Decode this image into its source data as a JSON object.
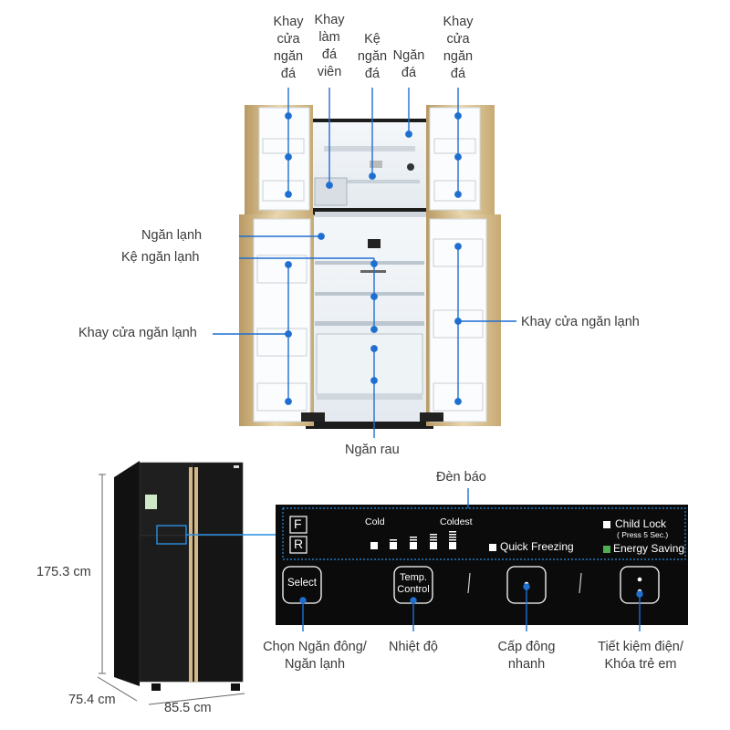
{
  "fridge_labels": {
    "top_door_tray_left": [
      "Khay",
      "cửa",
      "ngăn",
      "đá"
    ],
    "ice_maker_tray": [
      "Khay",
      "làm",
      "đá",
      "viên"
    ],
    "freezer_shelf": [
      "Kệ",
      "ngăn",
      "đá"
    ],
    "freezer": [
      "Ngăn",
      "đá"
    ],
    "top_door_tray_right": [
      "Khay",
      "cửa",
      "ngăn",
      "đá"
    ],
    "fridge_compartment": "Ngăn lạnh",
    "fridge_shelf": "Kệ ngăn lạnh",
    "fridge_door_tray_left": "Khay cửa ngăn lạnh",
    "fridge_door_tray_right": "Khay cửa ngăn lạnh",
    "vegetable_drawer": "Ngăn rau"
  },
  "dimensions": {
    "height": "175.3 cm",
    "depth": "75.4 cm",
    "width": "85.5 cm"
  },
  "control_panel": {
    "indicator_title": "Đèn báo",
    "f_label": "F",
    "r_label": "R",
    "cold_label": "Cold",
    "coldest_label": "Coldest",
    "quick_freezing": "Quick Freezing",
    "child_lock": "Child Lock",
    "press_note": "( Press 5 Sec.)",
    "energy_saving": "Energy Saving",
    "select_btn": "Select",
    "temp_btn_line1": "Temp.",
    "temp_btn_line2": "Control"
  },
  "control_captions": {
    "select": [
      "Chọn Ngăn đông/",
      "Ngăn lạnh"
    ],
    "temp": "Nhiệt độ",
    "quick": [
      "Cấp đông",
      "nhanh"
    ],
    "energy": [
      "Tiết kiệm điện/",
      "Khóa trẻ em"
    ]
  },
  "colors": {
    "marker": "#1f6fd1",
    "panel": "#0b0b0b",
    "energy_led": "#4caf50"
  }
}
